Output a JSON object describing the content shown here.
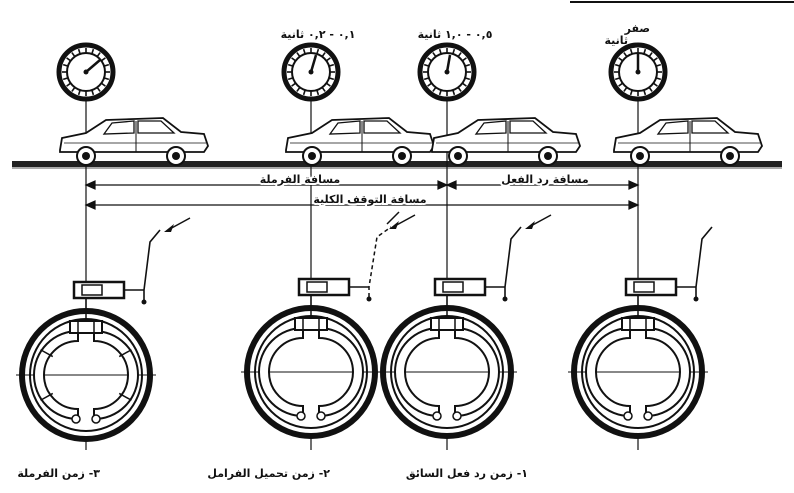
{
  "timers": [
    {
      "id": "t1",
      "label": "",
      "sub": ""
    },
    {
      "id": "t2",
      "label": "٠,١ - ٠,٢ ثانية",
      "sub": ""
    },
    {
      "id": "t3",
      "label": "٠,٥ - ١,٠ ثانية",
      "sub": ""
    },
    {
      "id": "t4",
      "label": "صفر",
      "sub": "ثانية"
    }
  ],
  "distances": {
    "braking": "مسافة الفرملة",
    "reaction": "مسافة رد الفعل",
    "total_stopping": "مسافة التوقف الكلية"
  },
  "captions": {
    "braking_time": "٣- زمن الفرملة",
    "brake_loading_time": "٢- زمن تحميل الفرامل",
    "driver_reaction_time": "١- زمن رد فعل السائق"
  },
  "colors": {
    "ink": "#111111",
    "background": "#ffffff"
  }
}
